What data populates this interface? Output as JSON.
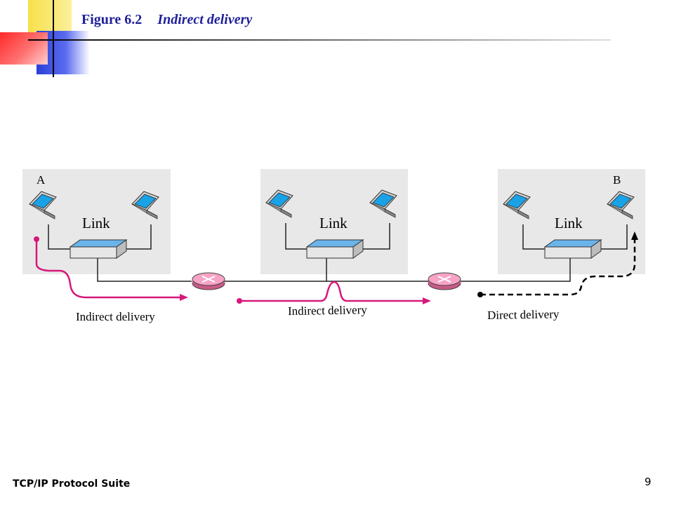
{
  "slide": {
    "figure_number": "Figure 6.2",
    "figure_title": "Indirect delivery",
    "footer": "TCP/IP Protocol Suite",
    "page_number": "9"
  },
  "diagram": {
    "networks": [
      {
        "link_label": "Link",
        "host_label": "A"
      },
      {
        "link_label": "Link",
        "host_label": ""
      },
      {
        "link_label": "Link",
        "host_label": "B"
      }
    ],
    "deliveries": [
      {
        "label": "Indirect delivery",
        "style": "solid",
        "color": "#d6187a"
      },
      {
        "label": "Indirect delivery",
        "style": "solid",
        "color": "#d6187a"
      },
      {
        "label": "Direct delivery",
        "style": "dashed",
        "color": "#000000"
      }
    ],
    "colors": {
      "network_box": "#e8e8e8",
      "switch": "#6ab4ea",
      "router": "#f7a3c6",
      "laptop_screen": "#1aa2e6",
      "indirect_path": "#d6187a"
    }
  }
}
